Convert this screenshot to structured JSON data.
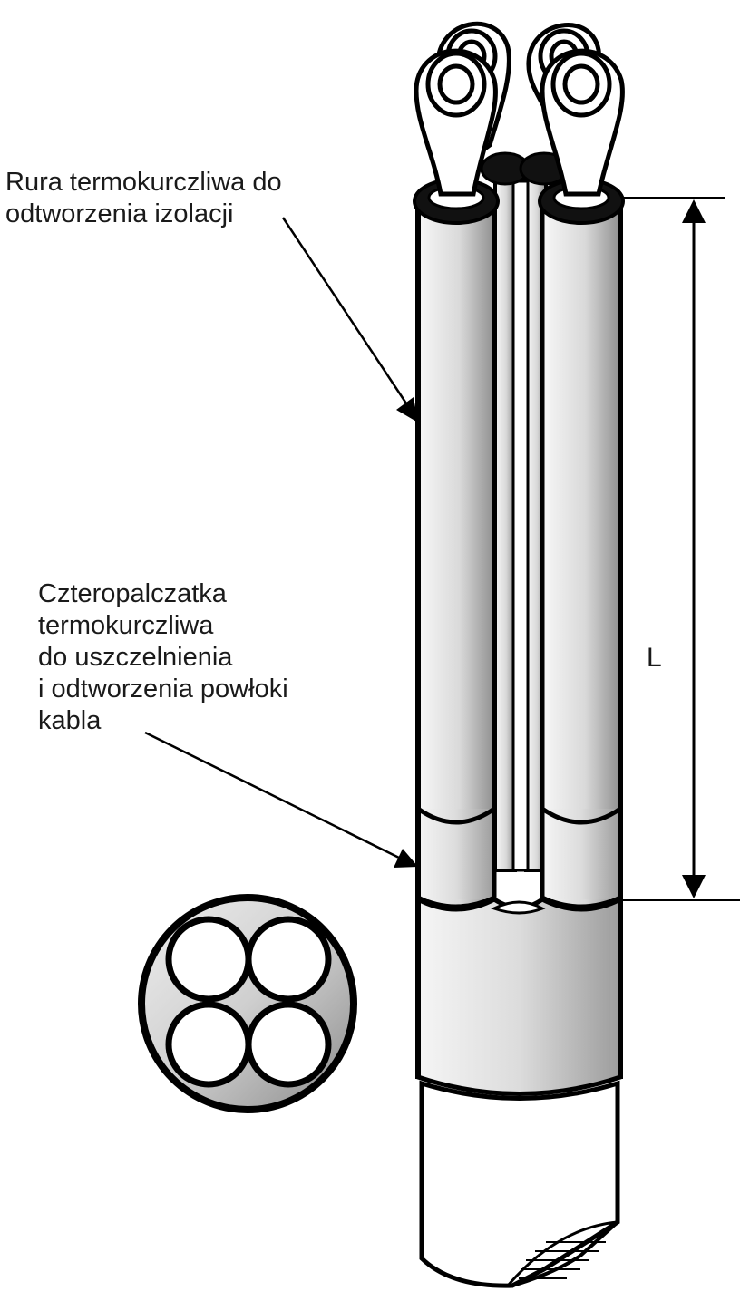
{
  "labels": {
    "tube": [
      "Rura termokurczliwa do",
      "odtworzenia izolacji"
    ],
    "glove": [
      "Czteropalczatka",
      "termokurczliwa",
      "do uszczelnienia",
      "i odtworzenia powłoki",
      "kabla"
    ],
    "dimension": "L"
  },
  "colors": {
    "outline": "#000000",
    "fill_light": "#f2f2f2",
    "fill_dark": "#9a9a9a",
    "text": "#1a1a1a"
  }
}
